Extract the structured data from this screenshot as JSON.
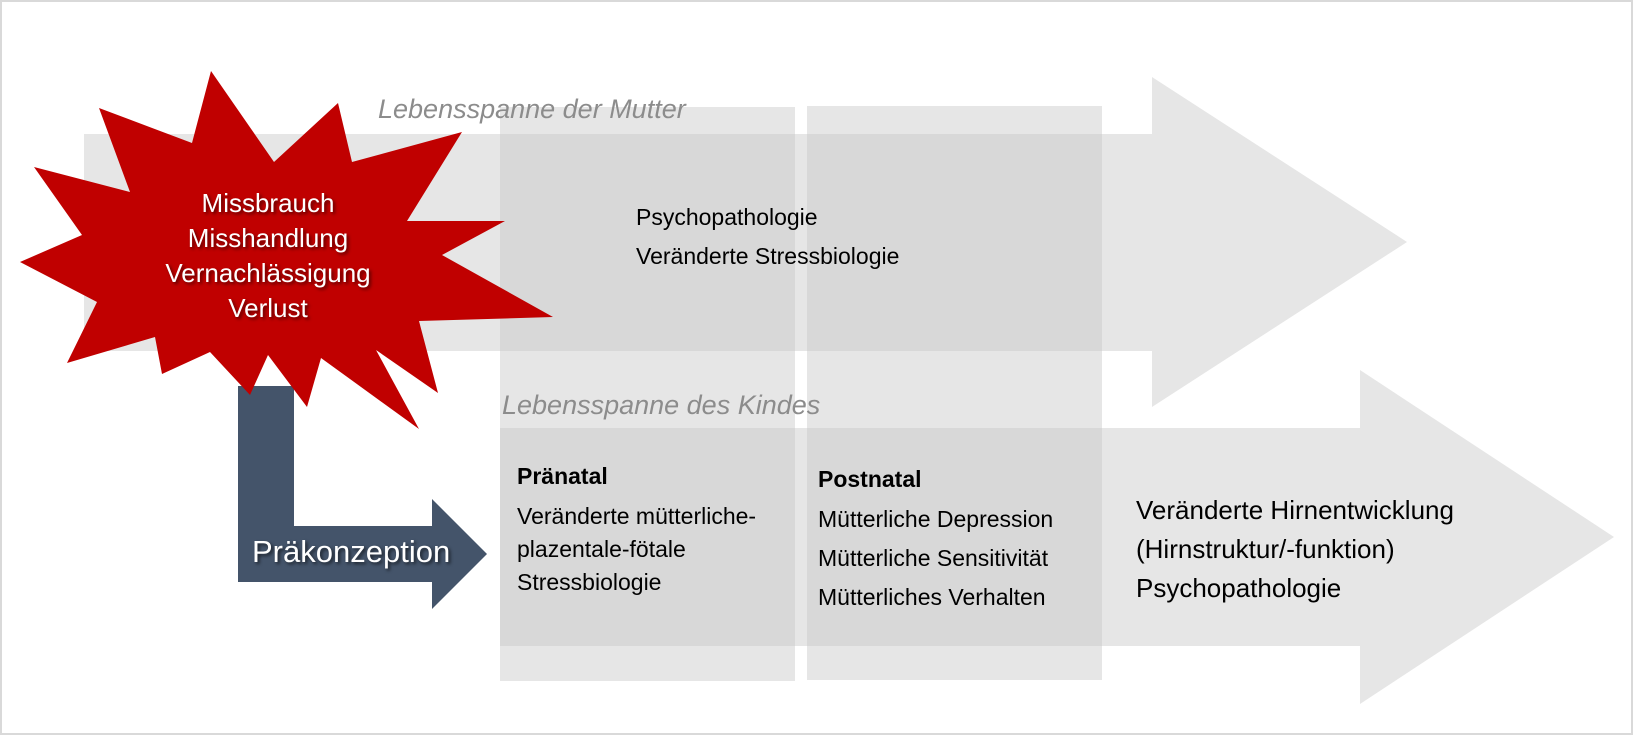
{
  "colors": {
    "arrow_fill": "#e6e6e6",
    "panel_fill": "#c8c8c8",
    "burst_fill": "#c00000",
    "connector_fill": "#44546a",
    "label_gray": "#8c8c8c"
  },
  "mother": {
    "label": "Lebensspanne der Mutter",
    "items": [
      "Psychopathologie",
      "Veränderte Stressbiologie"
    ]
  },
  "child": {
    "label": "Lebensspanne des Kindes",
    "prenatal": {
      "heading": "Pränatal",
      "lines": [
        "Veränderte mütterliche-",
        "plazentale-fötale",
        "Stressbiologie"
      ]
    },
    "postnatal": {
      "heading": "Postnatal",
      "lines": [
        "Mütterliche Depression",
        "Mütterliche Sensitivität",
        "Mütterliches Verhalten"
      ]
    },
    "outcome": {
      "lines": [
        "Veränderte Hirnentwicklung",
        "(Hirnstruktur/-funktion)",
        "Psychopathologie"
      ]
    }
  },
  "adversity": {
    "lines": [
      "Missbrauch",
      "Misshandlung",
      "Vernachlässigung",
      "Verlust"
    ]
  },
  "preconception": {
    "label": "Präkonzeption"
  }
}
